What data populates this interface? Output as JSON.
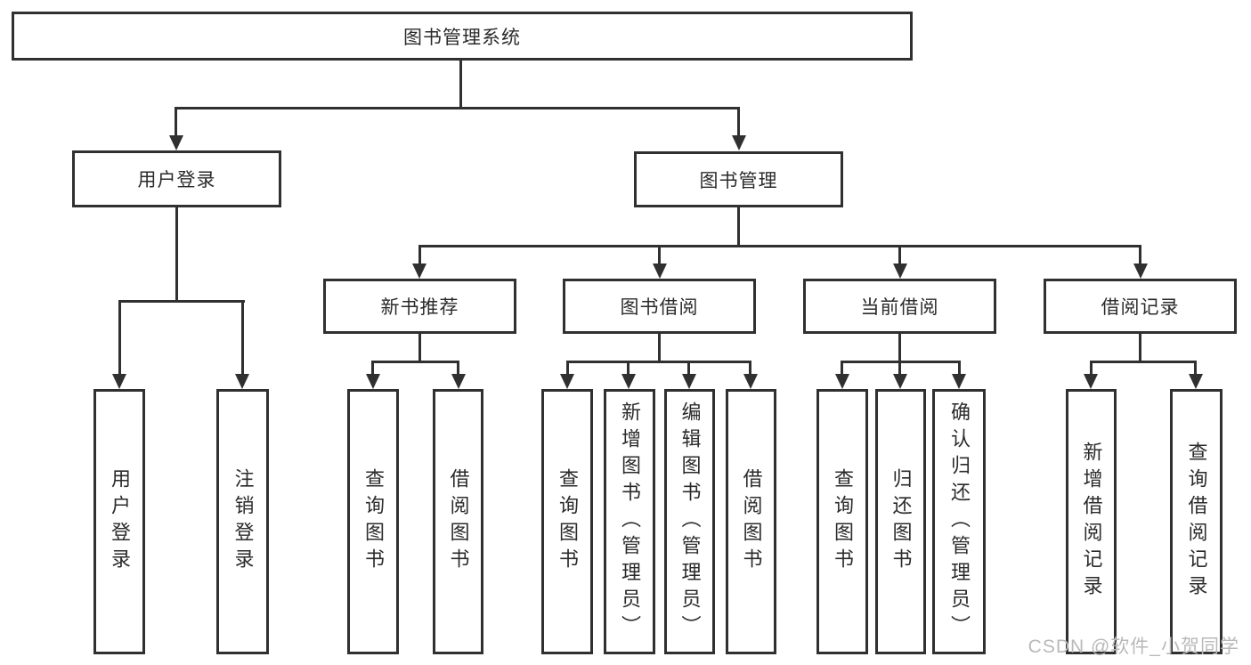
{
  "nodes": {
    "root": "图书管理系统",
    "level2": [
      "用户登录",
      "图书管理"
    ],
    "level3": [
      "新书推荐",
      "图书借阅",
      "当前借阅",
      "借阅记录"
    ],
    "leaves": {
      "user_login": [
        "用户登录",
        "注销登录"
      ],
      "new_book_recommend": [
        "查询图书",
        "借阅图书"
      ],
      "book_borrow": [
        "查询图书",
        "新增图书（管理员）",
        "编辑图书（管理员）",
        "借阅图书"
      ],
      "current_borrow": [
        "查询图书",
        "归还图书",
        "确认归还（管理员）"
      ],
      "borrow_records": [
        "新增借阅记录",
        "查询借阅记录"
      ]
    }
  },
  "watermark": "CSDN @软件_小贺同学",
  "colors": {
    "line": "#303030",
    "text": "#2b2b2b",
    "watermark": "#b9b9b9",
    "background": "#ffffff"
  }
}
